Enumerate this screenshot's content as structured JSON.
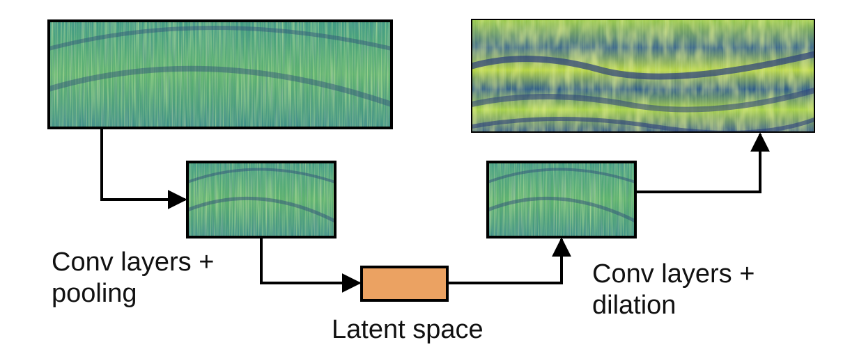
{
  "labels": {
    "encoder_line1": "Conv layers +",
    "encoder_line2": "pooling",
    "decoder_line1": "Conv layers +",
    "decoder_line2": "dilation",
    "latent": "Latent space"
  },
  "colors": {
    "latent_fill": "#EBA262",
    "stroke": "#000000",
    "heatmap_low": "#3E4A89",
    "heatmap_mid": "#2A9A8B",
    "heatmap_high": "#D8E23A"
  }
}
